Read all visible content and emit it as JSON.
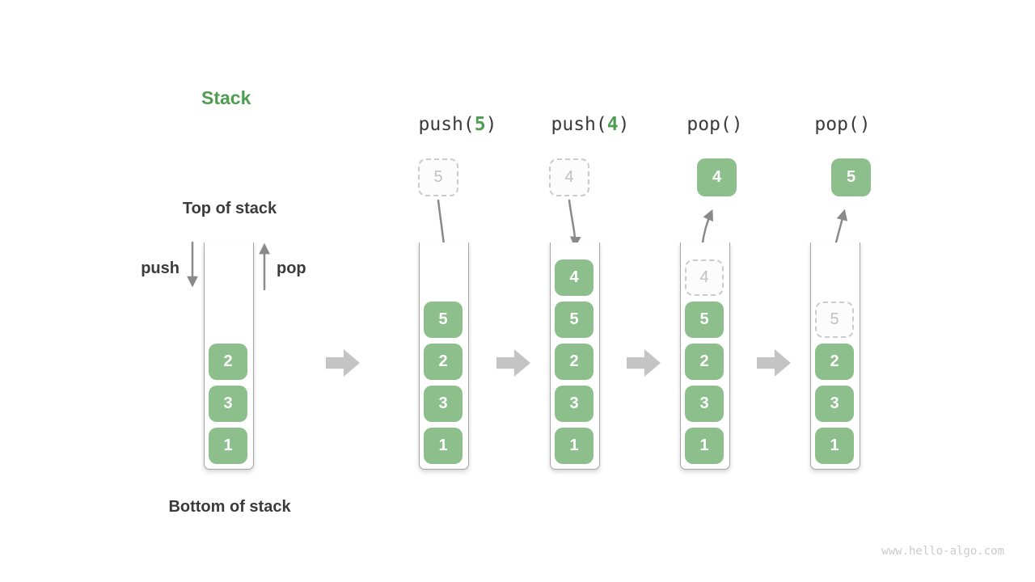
{
  "title": "Stack",
  "labels": {
    "top_of_stack": "Top of stack",
    "bottom_of_stack": "Bottom of stack",
    "push": "push",
    "pop": "pop"
  },
  "watermark": "www.hello-algo.com",
  "colors": {
    "accent_green": "#4E9D51",
    "box_green": "#8DBF8D",
    "dark_text": "#3B3B3B",
    "arrow_gray": "#8A8A8A",
    "block_arrow_gray": "#C4C4C4",
    "ghost_border": "#CBCBCB",
    "ghost_text": "#C0C0C0"
  },
  "columns": [
    {
      "name": "initial-stack",
      "cells": [
        "2",
        "3",
        "1"
      ]
    },
    {
      "name": "after-push-5",
      "op": {
        "pre": "push(",
        "arg": "5",
        "post": ")"
      },
      "incoming_value": "5",
      "cells": [
        "5",
        "2",
        "3",
        "1"
      ]
    },
    {
      "name": "after-push-4",
      "op": {
        "pre": "push(",
        "arg": "4",
        "post": ")"
      },
      "incoming_value": "4",
      "cells": [
        "4",
        "5",
        "2",
        "3",
        "1"
      ]
    },
    {
      "name": "after-pop-4",
      "op": {
        "pre": "pop(",
        "arg": "",
        "post": ")"
      },
      "popped_value": "4",
      "ghost_value": "4",
      "cells": [
        "5",
        "2",
        "3",
        "1"
      ]
    },
    {
      "name": "after-pop-5",
      "op": {
        "pre": "pop(",
        "arg": "",
        "post": ")"
      },
      "popped_value": "5",
      "ghost_value": "5",
      "cells": [
        "2",
        "3",
        "1"
      ]
    }
  ]
}
